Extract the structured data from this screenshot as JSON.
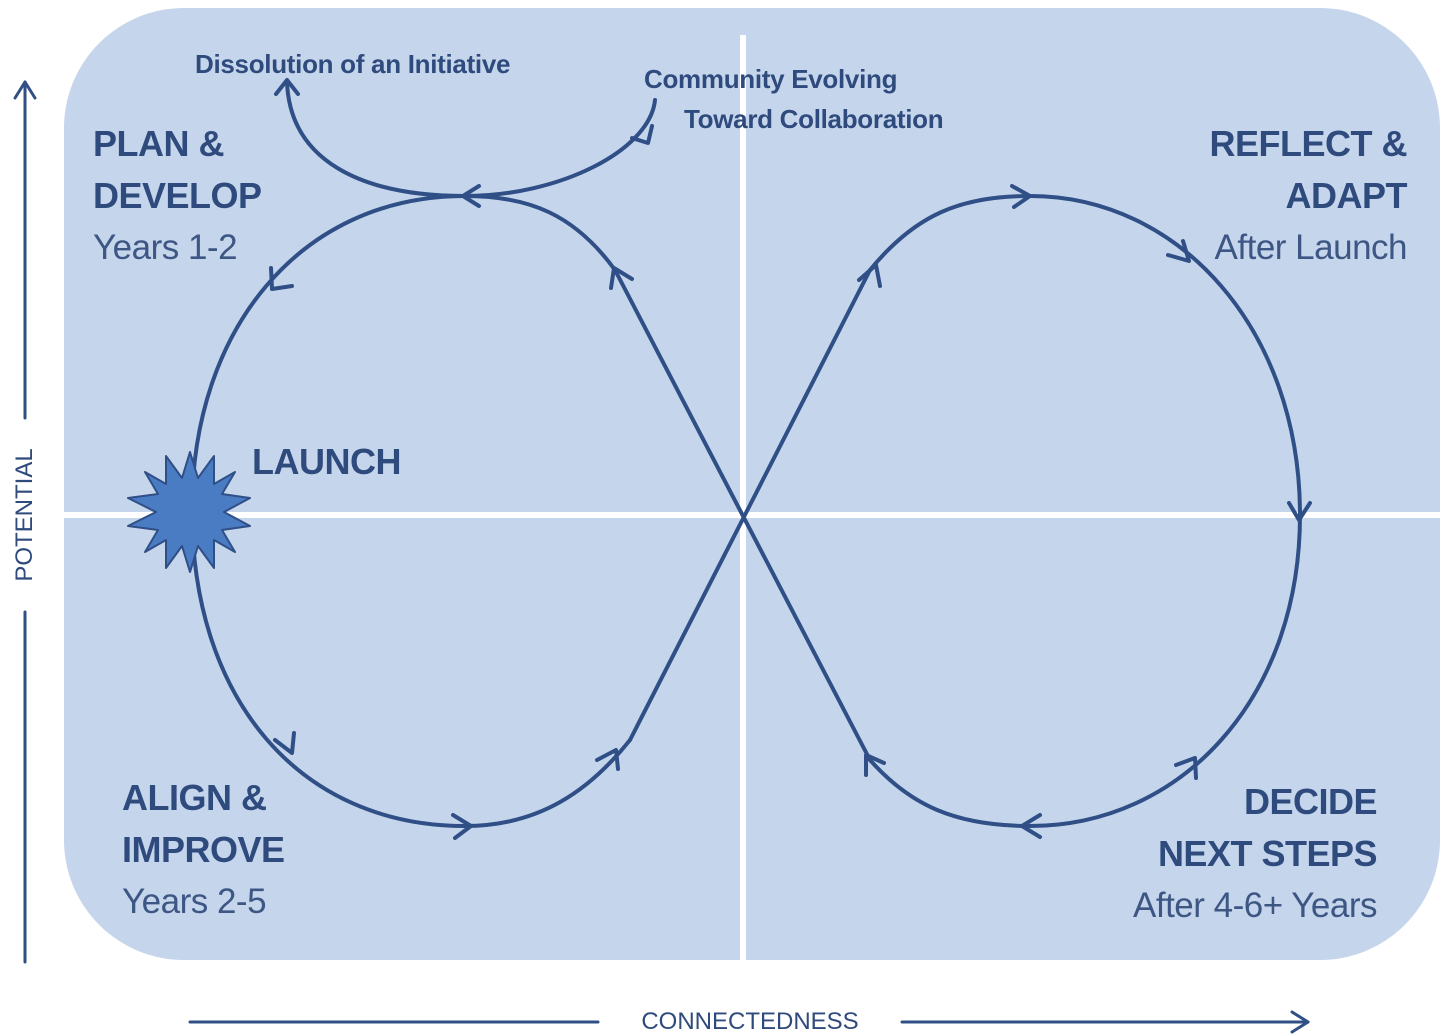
{
  "diagram": {
    "colors": {
      "panel": "#c5d6ec",
      "line": "#2f4f86",
      "text": "#2f4a7d",
      "star": "#4a7cc4",
      "divider": "#ffffff"
    },
    "axes": {
      "x_label": "CONNECTEDNESS",
      "y_label": "POTENTIAL"
    },
    "phases": {
      "plan": {
        "title_1": "PLAN &",
        "title_2": "DEVELOP",
        "sub": "Years 1-2"
      },
      "reflect": {
        "title_1": "REFLECT &",
        "title_2": "ADAPT",
        "sub": "After Launch"
      },
      "align": {
        "title_1": "ALIGN &",
        "title_2": "IMPROVE",
        "sub": "Years 2-5"
      },
      "decide": {
        "title_1": "DECIDE",
        "title_2": "NEXT STEPS",
        "sub": "After 4-6+ Years"
      }
    },
    "launch_label": "LAUNCH",
    "dissolution_label": "Dissolution of an Initiative",
    "community_label_1": "Community Evolving",
    "community_label_2": "Toward Collaboration",
    "star_icon": "burst-star-icon"
  }
}
